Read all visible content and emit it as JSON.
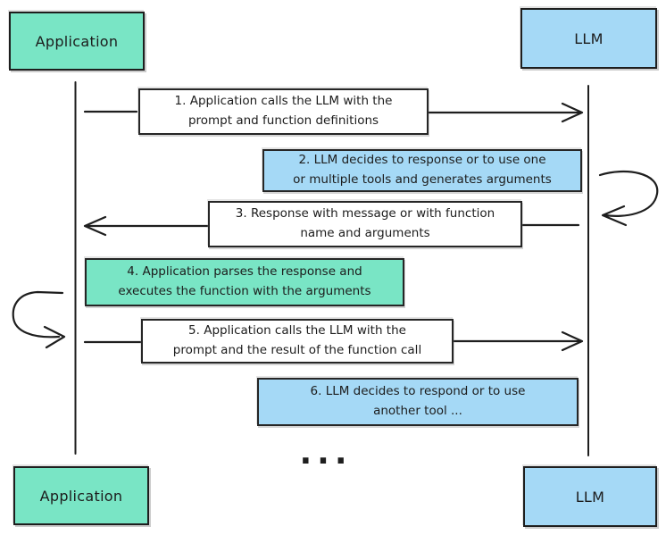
{
  "diagram": {
    "actors": {
      "app_top": "Application",
      "llm_top": "LLM",
      "app_bottom": "Application",
      "llm_bottom": "LLM"
    },
    "messages": [
      {
        "step": "1",
        "style": "white",
        "lines": [
          "1. Application calls the LLM with the",
          "prompt and function definitions"
        ]
      },
      {
        "step": "2",
        "style": "blue",
        "lines": [
          "2. LLM decides to response or to use one",
          "or multiple tools and generates arguments"
        ]
      },
      {
        "step": "3",
        "style": "white",
        "lines": [
          "3. Response with message or with function",
          "name and arguments"
        ]
      },
      {
        "step": "4",
        "style": "teal",
        "lines": [
          "4. Application parses the response and",
          "executes the function with the arguments"
        ]
      },
      {
        "step": "5",
        "style": "white",
        "lines": [
          "5. Application calls the LLM with the",
          "prompt and the result of the function call"
        ]
      },
      {
        "step": "6",
        "style": "blue",
        "lines": [
          "6. LLM decides to respond or to use",
          "another tool ..."
        ]
      }
    ],
    "ellipsis": "...",
    "colors": {
      "teal": "#79e5c5",
      "blue": "#a5d9f6",
      "stroke": "#1e1e1e",
      "box_white": "#ffffff"
    }
  }
}
